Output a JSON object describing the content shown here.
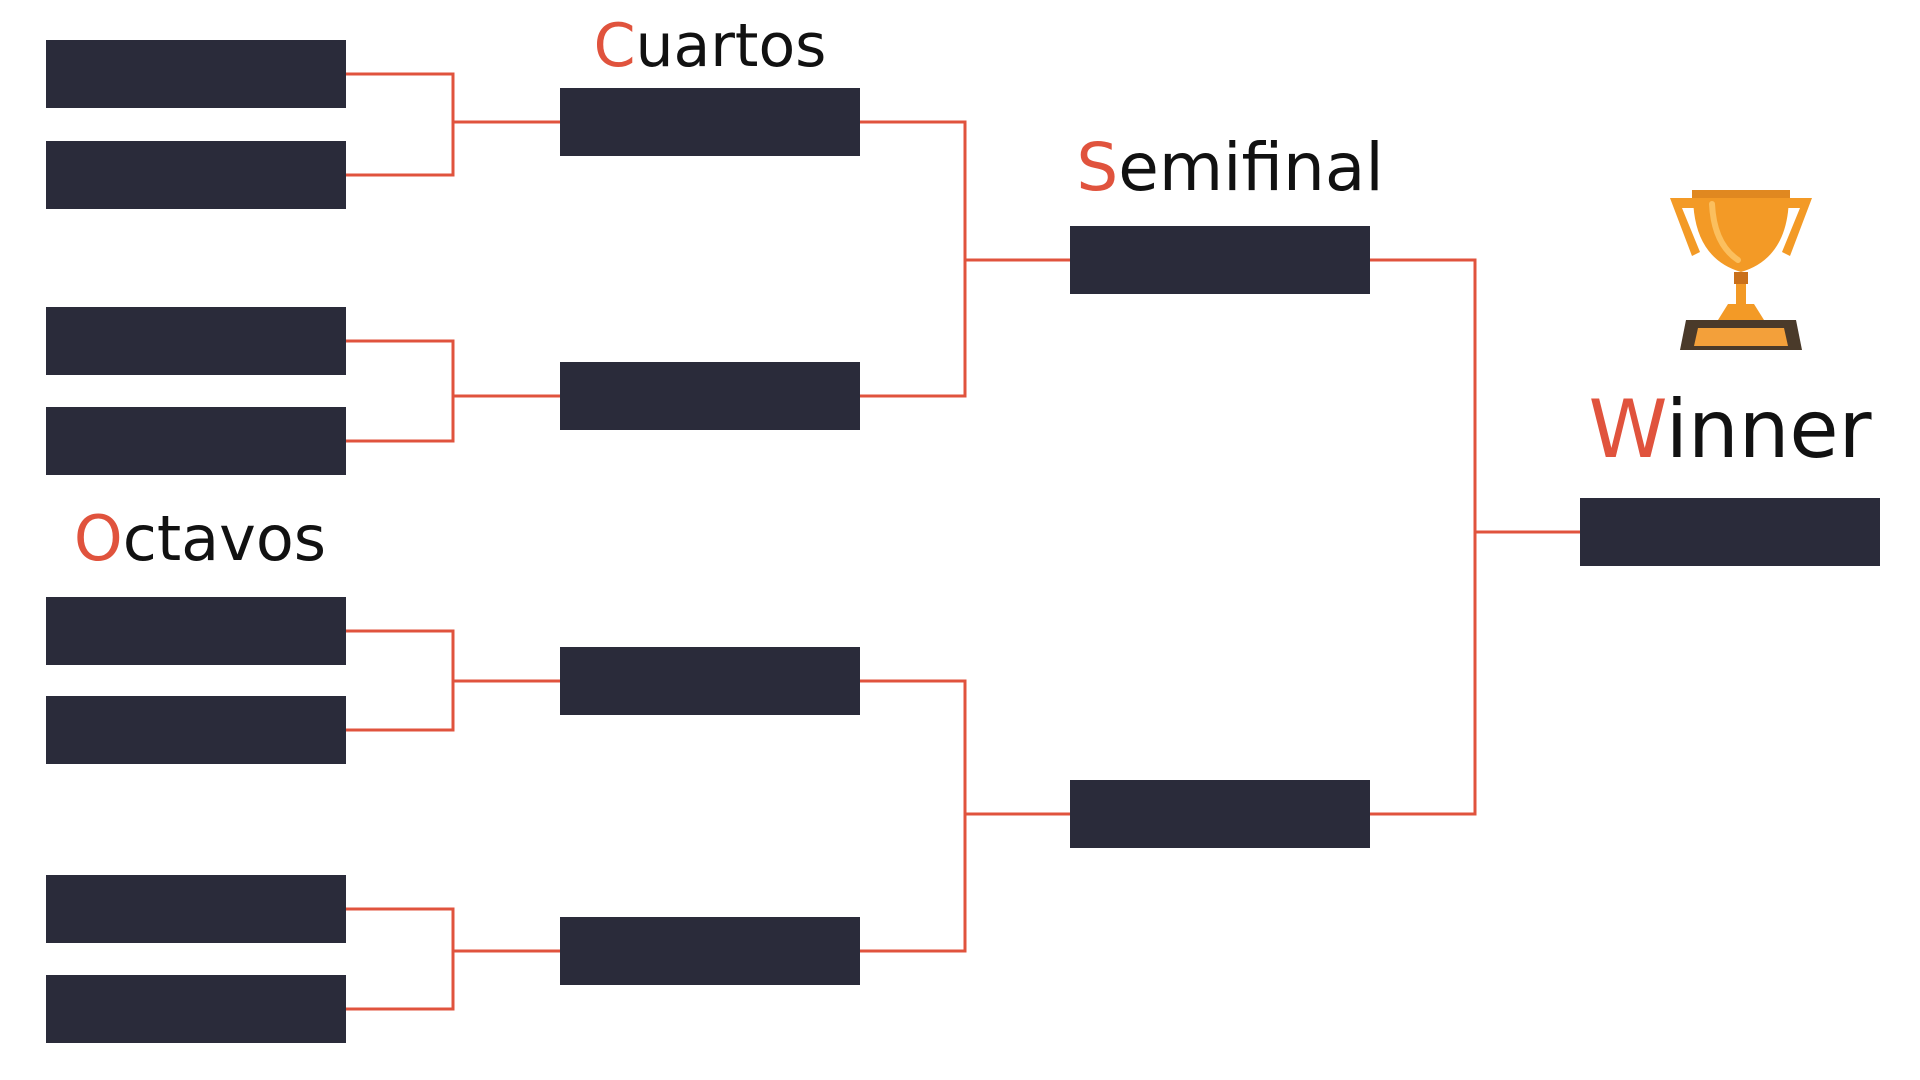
{
  "colors": {
    "slot": "#2a2b3a",
    "connector": "#e0533d",
    "accent_letter": "#e0533d",
    "title_text": "#111111",
    "trophy_gold": "#f39a26",
    "trophy_gold_dark": "#c9701a",
    "trophy_base": "#4a3a2a"
  },
  "rounds": {
    "octavos": {
      "first_letter": "O",
      "rest": "ctavos"
    },
    "cuartos": {
      "first_letter": "C",
      "rest": "uartos"
    },
    "semifinal": {
      "first_letter": "S",
      "rest": "emifinal"
    },
    "winner": {
      "first_letter": "W",
      "rest": "inner"
    }
  },
  "icons": {
    "trophy": "trophy-icon"
  }
}
